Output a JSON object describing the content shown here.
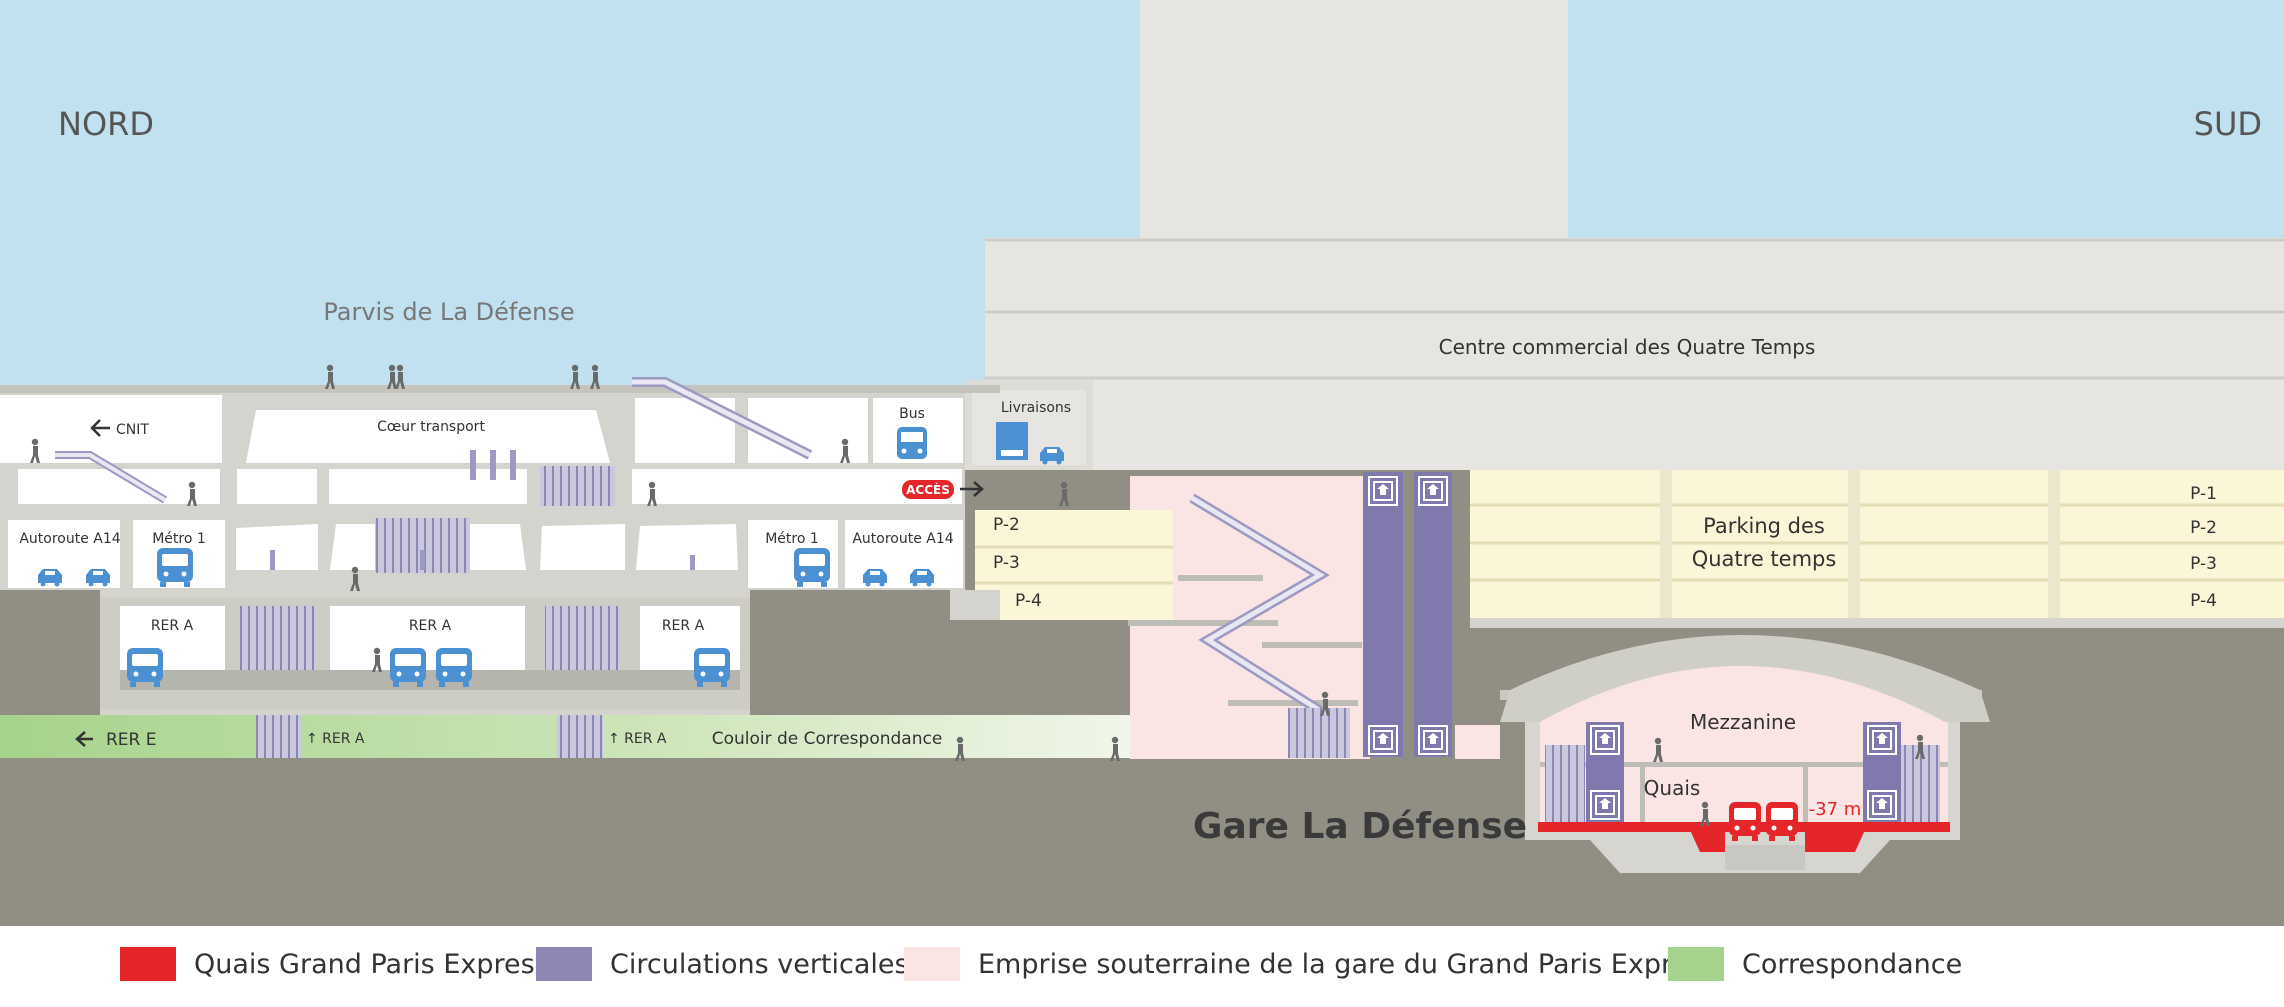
{
  "compass": {
    "north": "NORD",
    "south": "SUD"
  },
  "labels": {
    "parvis": "Parvis de La Défense",
    "centre_commercial": "Centre commercial des Quatre Temps",
    "cnit": "CNIT",
    "coeur_transport": "Cœur transport",
    "bus": "Bus",
    "livraisons": "Livraisons",
    "acces": "ACCÈS",
    "autoroute_a14": "Autoroute A14",
    "metro_1": "Métro 1",
    "rer_a": "RER A",
    "rer_e": "RER E",
    "arrow_rer_a": "↑ RER A",
    "couloir": "Couloir de Correspondance",
    "gare": "Gare La Défense",
    "mezzanine": "Mezzanine",
    "quais": "Quais",
    "depth": "-37 m",
    "parking_line1": "Parking des",
    "parking_line2": "Quatre temps",
    "levels_left": [
      "P-2",
      "P-3",
      "P-4"
    ],
    "levels_right": [
      "P-1",
      "P-2",
      "P-3",
      "P-4"
    ]
  },
  "legend": [
    {
      "label": "Quais Grand Paris Express",
      "color": "#e4262a"
    },
    {
      "label": "Circulations verticales",
      "color": "#8c86b3"
    },
    {
      "label": "Emprise souterraine de la gare du Grand Paris Express",
      "color": "#fbe4e4"
    },
    {
      "label": "Correspondance",
      "color": "#a6d38b"
    }
  ],
  "colors": {
    "sky": "#c2e1f0",
    "ground": "#918f84",
    "structure": "#d4d3cd",
    "building": "#e6e5e1",
    "parking": "#fcf6d8",
    "pink": "#fbe4e4",
    "purple": "#7f79ad",
    "red": "#e4262a",
    "blue": "#4a90d2",
    "green": "#a6d38b"
  },
  "icons": [
    "walking-person-icon",
    "escalator-icon",
    "elevator-icon",
    "train-icon",
    "bus-icon",
    "car-icon",
    "truck-icon"
  ]
}
